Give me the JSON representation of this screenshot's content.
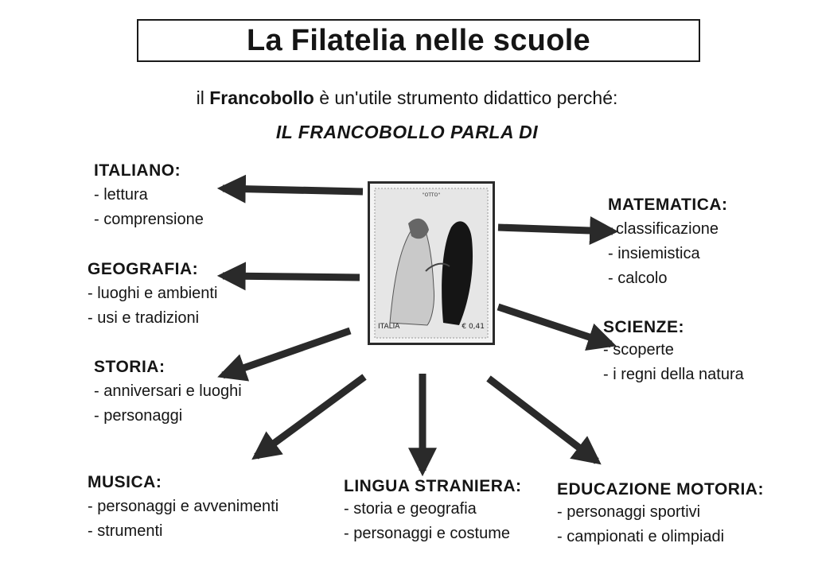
{
  "title": "La Filatelia nelle scuole",
  "intro": {
    "prefix": "il ",
    "bold": "Francobollo",
    "suffix": " è un'utile strumento didattico perché:"
  },
  "subtitle": "IL FRANCOBOLLO PARLA DI",
  "stamp": {
    "country": "ITALIA",
    "value": "€ 0,41",
    "top_text": "\"OTTO\""
  },
  "subjects": {
    "italiano": {
      "heading": "ITALIANO:",
      "items": [
        "- lettura",
        "- comprensione"
      ]
    },
    "geografia": {
      "heading": "GEOGRAFIA:",
      "items": [
        "- luoghi e ambienti",
        "- usi e tradizioni"
      ]
    },
    "storia": {
      "heading": "STORIA:",
      "items": [
        "- anniversari e luoghi",
        "- personaggi"
      ]
    },
    "musica": {
      "heading": "MUSICA:",
      "items": [
        "- personaggi e avvenimenti",
        "- strumenti"
      ]
    },
    "lingua": {
      "heading": "LINGUA STRANIERA:",
      "items": [
        "- storia e geografia",
        "- personaggi e costume"
      ]
    },
    "motoria": {
      "heading": "EDUCAZIONE MOTORIA:",
      "items": [
        "- personaggi sportivi",
        "- campionati e olimpiadi"
      ]
    },
    "matematica": {
      "heading": "MATEMATICA:",
      "items": [
        "classificazione",
        "- insiemistica",
        "- calcolo"
      ]
    },
    "scienze": {
      "heading": "SCIENZE:",
      "items": [
        "- scoperte",
        "- i regni della natura"
      ]
    }
  }
}
